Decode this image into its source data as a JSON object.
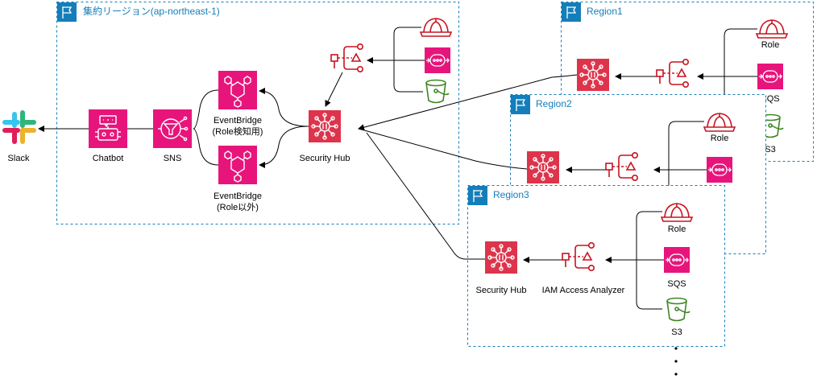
{
  "regions": {
    "aggregation": "集約リージョン(ap-northeast-1)",
    "region1": "Region1",
    "region2": "Region2",
    "region3": "Region3"
  },
  "nodes": {
    "slack": "Slack",
    "chatbot": "Chatbot",
    "sns": "SNS",
    "eventbridge_role_line1": "EventBridge",
    "eventbridge_role_line2": "(Role検知用)",
    "eventbridge_other_line1": "EventBridge",
    "eventbridge_other_line2": "(Role以外)",
    "security_hub": "Security Hub",
    "iam_access_analyzer": "IAM Access Analyzer",
    "role": "Role",
    "sqs": "SQS",
    "s3": "S3"
  },
  "colors": {
    "region_border": "#147EBA",
    "region_title": "#147EBA",
    "pink_service": "#E7157B",
    "red_service": "#DD344C",
    "red_icon": "#C7131F",
    "green_icon": "#3F8624",
    "edge": "#000000"
  },
  "icons": [
    "flag-icon",
    "slack-logo",
    "chatbot-icon",
    "sns-icon",
    "eventbridge-icon",
    "security-hub-icon",
    "iam-access-analyzer-icon",
    "role-helmet-icon",
    "sqs-icon",
    "s3-bucket-icon"
  ]
}
